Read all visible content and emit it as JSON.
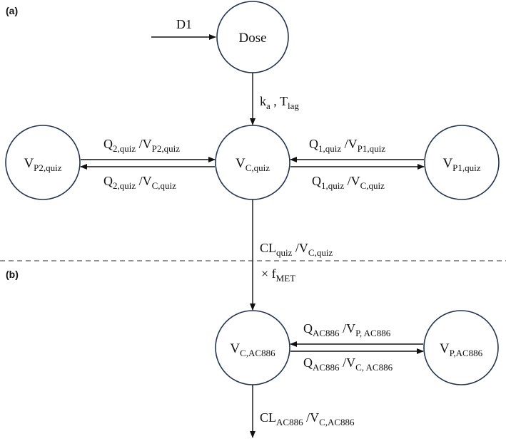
{
  "panels": {
    "a": "(a)",
    "b": "(b)"
  },
  "input": {
    "label": "D1"
  },
  "nodes": {
    "dose": {
      "label": "Dose"
    },
    "vp2_quiz": {
      "main": "V",
      "sub": "P2,quiz"
    },
    "vc_quiz": {
      "main": "V",
      "sub": "C,quiz"
    },
    "vp1_quiz": {
      "main": "V",
      "sub": "P1,quiz"
    },
    "vc_ac886": {
      "main": "V",
      "sub": "C,AC886"
    },
    "vp_ac886": {
      "main": "V",
      "sub": "P,AC886"
    }
  },
  "edges": {
    "absorption": {
      "k": "k",
      "k_sub": "a",
      "sep": " , T",
      "t_sub": "lag"
    },
    "q2_to_central": {
      "a": "Q",
      "a_sub": "2,quiz",
      "mid": " /V",
      "b_sub": "P2,quiz"
    },
    "q2_from_central": {
      "a": "Q",
      "a_sub": "2,quiz",
      "mid": " /V",
      "b_sub": "C,quiz"
    },
    "q1_to_central": {
      "a": "Q",
      "a_sub": "1,quiz",
      "mid": " /V",
      "b_sub": "P1,quiz"
    },
    "q1_from_central": {
      "a": "Q",
      "a_sub": "1,quiz",
      "mid": " /V",
      "b_sub": "C,quiz"
    },
    "cl_quiz": {
      "a": "CL",
      "a_sub": "quiz",
      "mid": " /V",
      "b_sub": "C,quiz"
    },
    "fmet": {
      "a": "× f",
      "a_sub": "MET"
    },
    "qac_to_central": {
      "a": "Q",
      "a_sub": "AC886",
      "mid": " /V",
      "b_sub": "P, AC886"
    },
    "qac_from_central": {
      "a": "Q",
      "a_sub": "AC886",
      "mid": " /V",
      "b_sub": "C, AC886"
    },
    "cl_ac886": {
      "a": "CL",
      "a_sub": "AC886",
      "mid": " /V",
      "b_sub": "C,AC886"
    }
  }
}
